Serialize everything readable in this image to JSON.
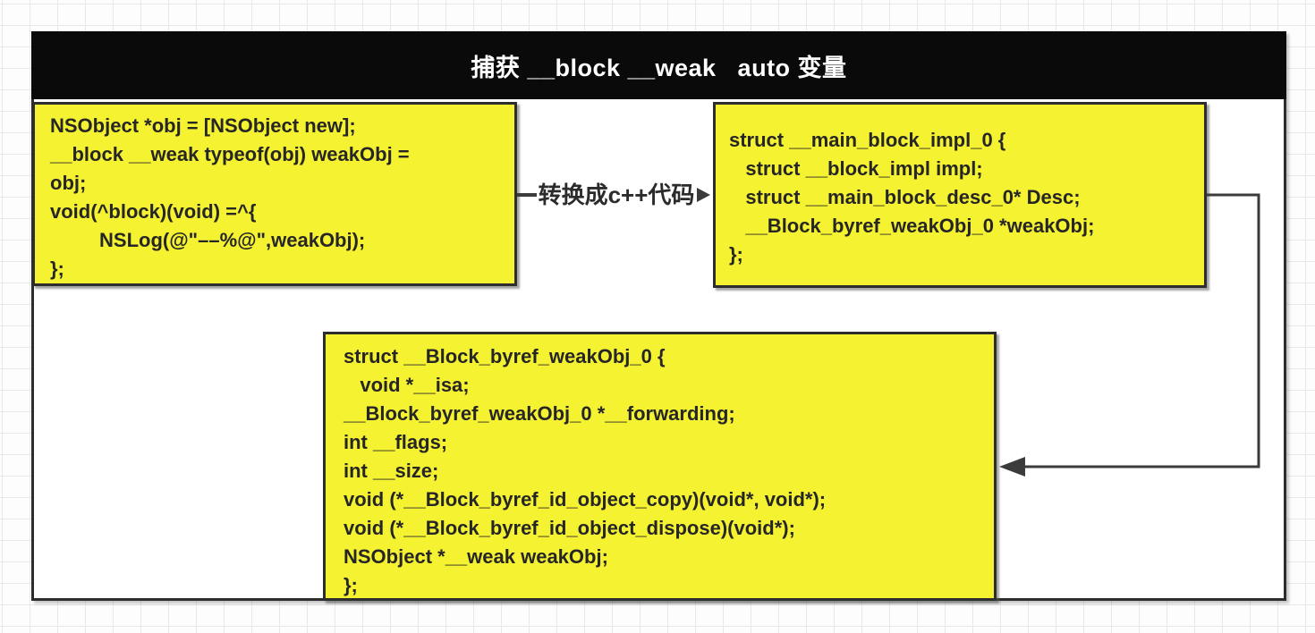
{
  "title": "捕获 __block __weak   auto 变量",
  "arrow_label": "转换成c++代码",
  "boxes": {
    "objc_code": {
      "lines": [
        "NSObject *obj = [NSObject new];",
        "__block __weak typeof(obj) weakObj =",
        "obj;",
        "void(^block)(void) =^{",
        "         NSLog(@\"––%@\",weakObj);",
        "};"
      ]
    },
    "main_block_impl": {
      "lines": [
        "struct __main_block_impl_0 {",
        "   struct __block_impl impl;",
        "   struct __main_block_desc_0* Desc;",
        "   __Block_byref_weakObj_0 *weakObj;",
        "};"
      ]
    },
    "block_byref": {
      "lines": [
        "struct __Block_byref_weakObj_0 {",
        "   void *__isa;",
        "__Block_byref_weakObj_0 *__forwarding;",
        "int __flags;",
        "int __size;",
        "void (*__Block_byref_id_object_copy)(void*, void*);",
        "void (*__Block_byref_id_object_dispose)(void*);",
        "NSObject *__weak weakObj;",
        "};"
      ]
    }
  },
  "colors": {
    "page_bg": "#FDFDFD",
    "grid_line": "#E8E8E8",
    "frame_bg": "#FFFFFF",
    "frame_border": "#2D2D2D",
    "titlebar_bg": "#0A0A0A",
    "title_text": "#FFFFFF",
    "box_fill": "#F5F232",
    "box_border": "#2D2D2D",
    "code_text": "#262626",
    "connector": "#3B3B3B",
    "label_text": "#2B2B2B"
  }
}
